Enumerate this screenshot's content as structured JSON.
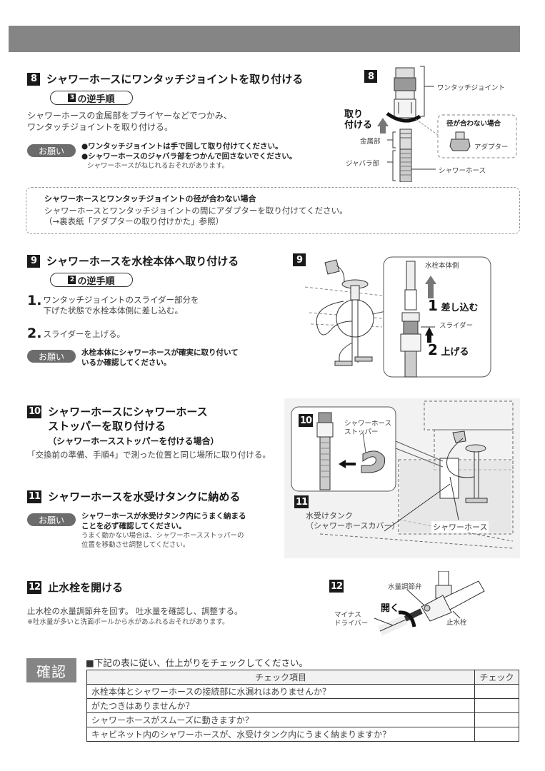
{
  "header_bar": {
    "color": "#858585"
  },
  "step8": {
    "number": "8",
    "title": "シャワーホースにワンタッチジョイントを取り付ける",
    "pill": {
      "ref_number": "3",
      "label": "の逆手順"
    },
    "body": [
      "シャワーホースの金属部をプライヤーなどでつかみ、",
      "ワンタッチジョイントを取り付ける。"
    ],
    "onegai_label": "お願い",
    "notes": [
      "●ワンタッチジョイントは手で回して取り付けてください。",
      "●シャワーホースのジャバラ部をつかんで回さないでください。"
    ],
    "note_sub": "シャワーホースがねじれるおそれがあります。",
    "figure": {
      "number": "8",
      "action_label_1": "取り",
      "action_label_2": "付ける",
      "labels": {
        "joint": "ワンタッチジョイント",
        "metal": "金属部",
        "bellows": "ジャバラ部",
        "hose": "シャワーホース",
        "mismatch_title": "径が合わない場合",
        "adapter": "アダプター"
      }
    }
  },
  "mismatch_box": {
    "title": "シャワーホースとワンタッチジョイントの径が合わない場合",
    "line1": "シャワーホースとワンタッチジョイントの間にアダプターを取り付けてください。",
    "line2": "（→裏表紙「アダプターの取り付けかた」参照）"
  },
  "step9": {
    "number": "9",
    "title": "シャワーホースを水栓本体へ取り付ける",
    "pill": {
      "ref_number": "2",
      "label": "の逆手順"
    },
    "substeps": [
      {
        "num": "1.",
        "lines": [
          "ワンタッチジョイントのスライダー部分を",
          "下げた状態で水栓本体側に差し込む。"
        ]
      },
      {
        "num": "2.",
        "lines": [
          "スライダーを上げる。"
        ]
      }
    ],
    "onegai_label": "お願い",
    "note": [
      "水栓本体にシャワーホースが確実に取り付いて",
      "いるか確認してください。"
    ],
    "figure": {
      "number": "9",
      "labels": {
        "faucet_side": "水栓本体側",
        "insert_num": "1",
        "insert": "差し込む",
        "slider": "スライダー",
        "raise_num": "2",
        "raise": "上げる"
      }
    }
  },
  "step10": {
    "number": "10",
    "title_lines": [
      "シャワーホースにシャワーホース",
      "ストッパーを取り付ける"
    ],
    "subtitle": "（シャワーホースストッパーを付ける場合）",
    "body": "「交換前の準備、手順4」で測った位置と同じ場所に取り付ける。"
  },
  "step11": {
    "number": "11",
    "title": "シャワーホースを水受けタンクに納める",
    "onegai_label": "お願い",
    "note": [
      "シャワーホースが水受けタンク内にうまく納まる",
      "ことを必ず確認してください。"
    ],
    "note_sub": [
      "うまく動かない場合は、シャワーホースストッパーの",
      "位置を移動させ調整してください。"
    ]
  },
  "figure_10_11": {
    "num10": "10",
    "num11": "11",
    "labels": {
      "stopper_1": "シャワーホース",
      "stopper_2": "ストッパー",
      "tank_1": "水受けタンク",
      "tank_2": "（シャワーホースカバー）",
      "hose": "シャワーホース"
    }
  },
  "step12": {
    "number": "12",
    "title": "止水栓を開ける",
    "body": "止水栓の水量調節弁を回す。 吐水量を確認し、調整する。",
    "note": "※吐水量が多いと洗面ボールから水があふれるおそれがあります。",
    "figure": {
      "number": "12",
      "labels": {
        "valve": "水量調節弁",
        "open": "開く",
        "driver_1": "マイナス",
        "driver_2": "ドライバー",
        "stopcock": "止水栓"
      }
    }
  },
  "confirm": {
    "tag": "確認",
    "intro": "■下記の表に従い、仕上がりをチェックしてください。",
    "columns": [
      "チェック項目",
      "チェック"
    ],
    "rows": [
      "水栓本体とシャワーホースの接続部に水漏れはありませんか？",
      "がたつきはありませんか？",
      "シャワーホースがスムーズに動きますか？",
      "キャビネット内のシャワーホースが、水受けタンク内にうまく納まりますか？"
    ]
  }
}
